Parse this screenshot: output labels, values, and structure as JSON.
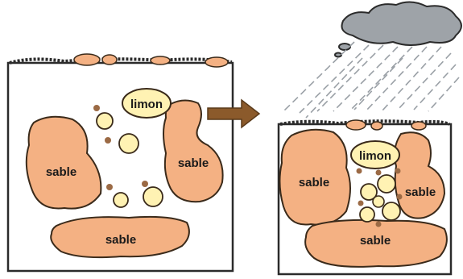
{
  "labels": {
    "silt_left": "limon",
    "silt_right": "limon",
    "sand_left_1": "sable",
    "sand_left_2": "sable",
    "sand_left_3": "sable",
    "sand_right_1": "sable",
    "sand_right_2": "sable",
    "sand_right_3": "sable"
  },
  "colors": {
    "sand": "#f4b183",
    "silt": "#fff2b3",
    "clay_dot": "#9b6a45",
    "outline": "#3a2a1a",
    "arrow": "#8b5a2b",
    "cloud": "#9ea3a8",
    "rain": "#9aa0a6"
  }
}
